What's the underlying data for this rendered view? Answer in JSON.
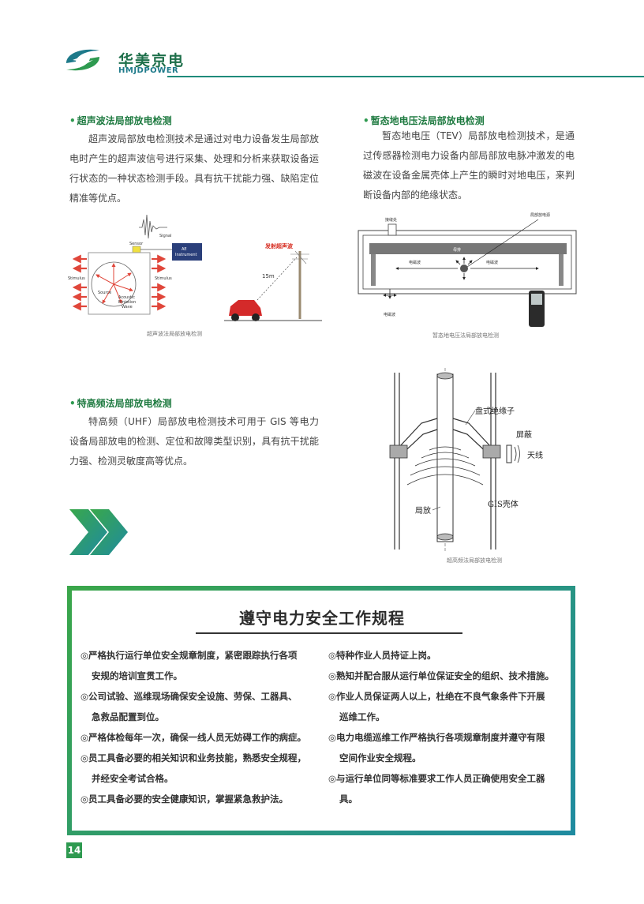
{
  "header": {
    "brand_cn": "华美京电",
    "brand_en": "HMJDPOWER"
  },
  "sections": {
    "ultrasonic": {
      "title": "超声波法局部放电检测",
      "text": "超声波局部放电检测技术是通过对电力设备发生局部放电时产生的超声波信号进行采集、处理和分析来获取设备运行状态的一种状态检测手段。具有抗干扰能力强、缺陷定位精准等优点。",
      "caption": "超声波法局部放电检测",
      "fig_labels": {
        "signal": "Signal",
        "sensor": "Sensor",
        "ae_instrument_1": "AE",
        "ae_instrument_2": "Instrument",
        "stimulus_left": "Stimulus",
        "stimulus_right": "Stimulus",
        "source": "Source",
        "wave_1": "Acoustic",
        "wave_2": "Emission",
        "wave_3": "Wave",
        "emit": "发射超声波",
        "distance": "15m"
      }
    },
    "tev": {
      "title": "暂态地电压法局部放电检测",
      "text": "暂态地电压（TEV）局部放电检测技术，是通过传感器检测电力设备内部局部放电脉冲激发的电磁波在设备金属壳体上产生的瞬时对地电压，来判断设备内部的绝缘状态。",
      "caption": "暂态地电压法局部放电检测",
      "fig_labels": {
        "seam": "接缝处",
        "source": "局部放电源",
        "busbar": "母排",
        "em_left": "电磁波",
        "em_right": "电磁波",
        "em_bottom": "电磁波"
      }
    },
    "uhf": {
      "title": "特高频法局部放电检测",
      "text": "特高频（UHF）局部放电检测技术可用于 GIS 等电力设备局部放电的检测、定位和故障类型识别，具有抗干扰能力强、检测灵敏度高等优点。",
      "caption": "超高频法局部放电检测",
      "fig_labels": {
        "insulator": "盘式绝缘子",
        "shield": "屏蔽",
        "antenna": "天线",
        "discharge": "局放",
        "shell": "GIS壳体"
      }
    }
  },
  "rules": {
    "title": "遵守电力安全工作规程",
    "left": [
      [
        "◎严格执行运行单位安全规章制度，紧密跟踪执行各项",
        "安规的培训宣贯工作。"
      ],
      [
        "◎公司试验、巡维现场确保安全设施、劳保、工器具、",
        "急救品配置到位。"
      ],
      [
        "◎严格体检每年一次，确保一线人员无妨碍工作的病症。"
      ],
      [
        "◎员工具备必要的相关知识和业务技能，熟悉安全规程，",
        "并经安全考试合格。"
      ],
      [
        "◎员工具备必要的安全健康知识，掌握紧急救护法。"
      ]
    ],
    "right": [
      [
        "◎特种作业人员持证上岗。"
      ],
      [
        "◎熟知并配合服从运行单位保证安全的组织、技术措施。"
      ],
      [
        "◎作业人员保证两人以上，杜绝在不良气象条件下开展",
        "巡维工作。"
      ],
      [
        "◎电力电缆巡维工作严格执行各项规章制度并遵守有限",
        "空间作业安全规程。"
      ],
      [
        "◎与运行单位同等标准要求工作人员正确使用安全工器",
        "具。"
      ]
    ]
  },
  "page_number": "14",
  "colors": {
    "brand_green": "#1e7a40",
    "accent_teal": "#1f8ba0",
    "arrow_red": "#e0463a"
  }
}
